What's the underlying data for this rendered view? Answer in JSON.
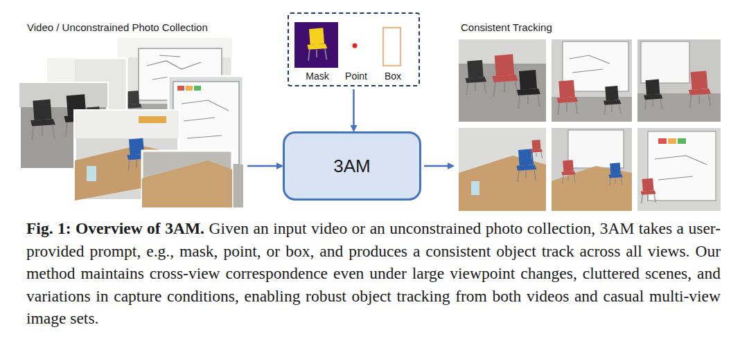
{
  "diagram": {
    "caption": "Given an input video or an unconstrained photo collection, 3AM takes a user-provided prompt, e.g., mask, point, or box, and produces a consistent object track across all views. Our method maintains cross-view correspondence even under large viewpoint changes, cluttered scenes, and variations in capture conditions, enabling robust object tracking from both videos and casual multi-view image sets.",
    "nodes": [
      {
        "text": [
          "Video / Unconstrained Photo Collection"
        ]
      },
      {
        "text": [
          "Mask",
          "Point",
          "Box"
        ]
      },
      {
        "text": [
          "3AM"
        ]
      },
      {
        "text": [
          "Consistent Tracking"
        ]
      }
    ],
    "edges": [
      {
        "from": 0,
        "to": 2,
        "arrow": "to"
      },
      {
        "from": 1,
        "to": 2,
        "arrow": "to"
      },
      {
        "from": 2,
        "to": 3,
        "arrow": "to"
      }
    ],
    "labels": [
      "Fig. 1: Overview of 3AM."
    ]
  }
}
